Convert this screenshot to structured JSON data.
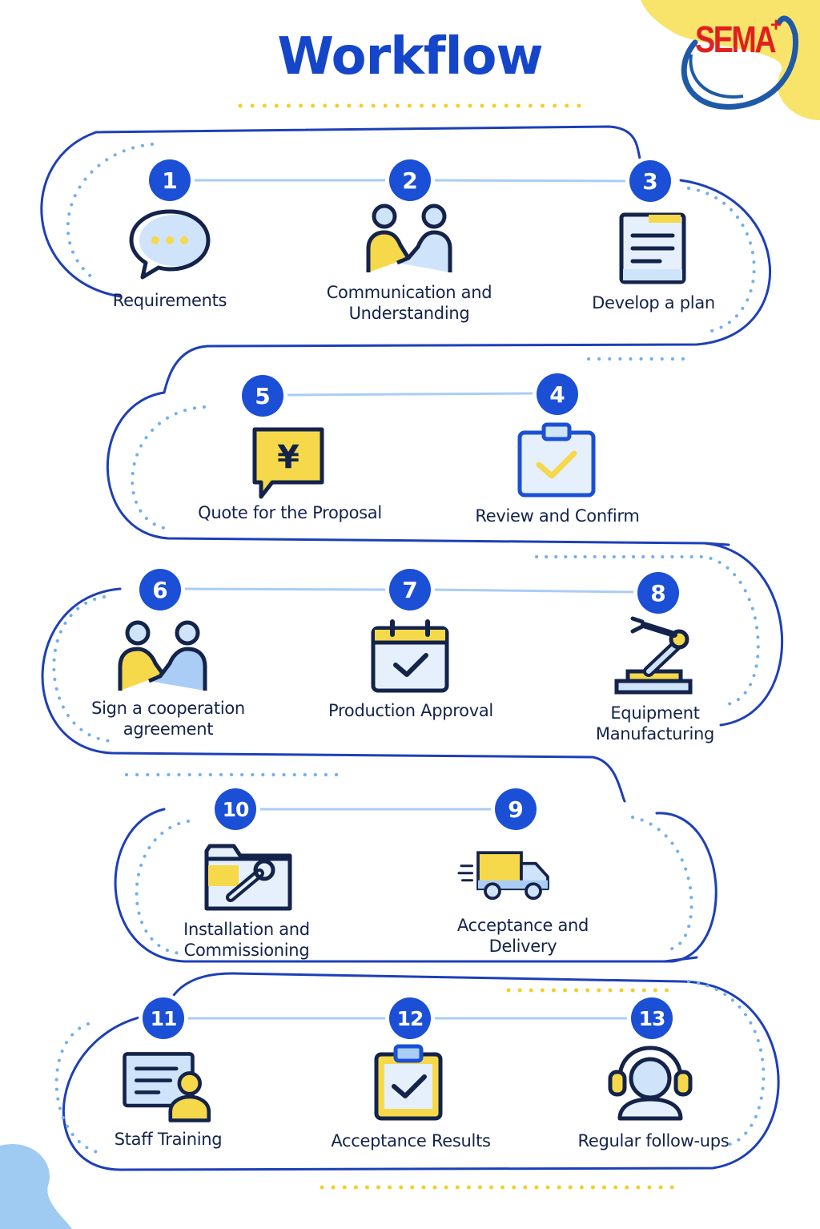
{
  "title": "Workflow",
  "logo": {
    "text": "SEMA",
    "plus": "+"
  },
  "steps": [
    {
      "number": "1",
      "label": "Requirements",
      "icon": "chat-bubble-icon"
    },
    {
      "number": "2",
      "label": "Communication and Understanding",
      "icon": "two-people-handshake-icon"
    },
    {
      "number": "3",
      "label": "Develop a plan",
      "icon": "document-plan-icon"
    },
    {
      "number": "4",
      "label": "Review and Confirm",
      "icon": "clipboard-check-icon"
    },
    {
      "number": "5",
      "label": "Quote for the Proposal",
      "icon": "yen-quote-icon"
    },
    {
      "number": "6",
      "label": "Sign a cooperation agreement",
      "icon": "handshake-icon"
    },
    {
      "number": "7",
      "label": "Production Approval",
      "icon": "calendar-check-icon"
    },
    {
      "number": "8",
      "label": "Equipment Manufacturing",
      "icon": "robot-arm-icon"
    },
    {
      "number": "9",
      "label": "Acceptance and Delivery",
      "icon": "delivery-truck-icon"
    },
    {
      "number": "10",
      "label": "Installation and Commissioning",
      "icon": "folder-wrench-icon"
    },
    {
      "number": "11",
      "label": "Staff Training",
      "icon": "training-board-icon"
    },
    {
      "number": "12",
      "label": "Acceptance Results",
      "icon": "clipboard-check-icon"
    },
    {
      "number": "13",
      "label": "Regular follow-ups",
      "icon": "headset-support-icon"
    }
  ],
  "colors": {
    "primary": "#1a4fd6",
    "navy": "#14234a",
    "accent_yellow": "#f6d94a",
    "light_blue": "#a9cdf5"
  }
}
